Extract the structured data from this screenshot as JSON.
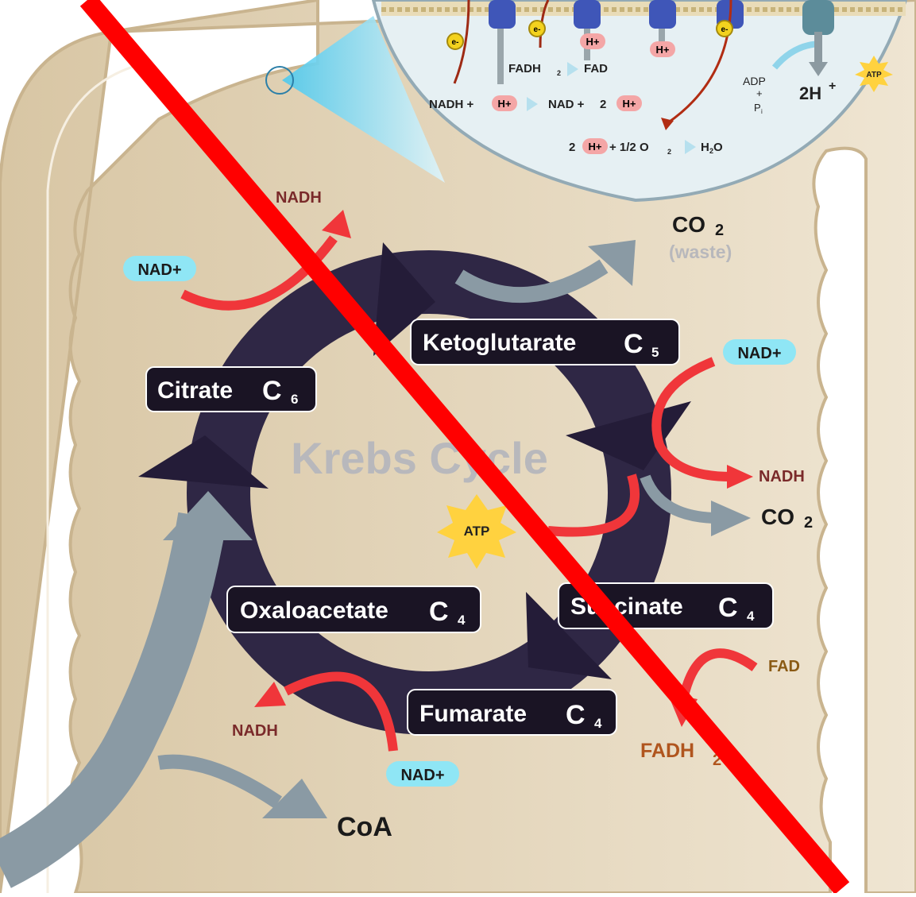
{
  "cycle": {
    "title": "Krebs Cycle",
    "ring_color": "#2f2745",
    "label_box_color": "#1a1424",
    "steps": [
      {
        "name": "Citrate",
        "carbon": "C",
        "sub": "6"
      },
      {
        "name": "Ketoglutarate",
        "carbon": "C",
        "sub": "5"
      },
      {
        "name": "Succinate",
        "carbon": "C",
        "sub": "4"
      },
      {
        "name": "Fumarate",
        "carbon": "C",
        "sub": "4"
      },
      {
        "name": "Oxaloacetate",
        "carbon": "C",
        "sub": "4"
      }
    ]
  },
  "molecules": {
    "nad_plus": "NAD+",
    "nadh": "NADH",
    "co2": "CO",
    "co2_sub": "2",
    "waste": "(waste)",
    "atp": "ATP",
    "fad": "FAD",
    "fadh": "FADH",
    "fadh_sub": "2",
    "coa": "CoA"
  },
  "inset": {
    "eminus": "e-",
    "hplus": "H+",
    "fadh_to_fad": {
      "left": "FADH",
      "left_sub": "2",
      "right": "FAD"
    },
    "nadh_eq": {
      "a": "NADH +",
      "b": "NAD +",
      "c": "2"
    },
    "water_eq": {
      "a": "2",
      "b": "+ 1/2 O",
      "b_sub": "2",
      "c": "H",
      "c_sub": "2",
      "d": "O"
    },
    "adp": "ADP",
    "plus": "+",
    "pi": "P",
    "pi_sub": "i",
    "two_h": "2H",
    "two_h_sup": "+",
    "atp": "ATP"
  },
  "colors": {
    "cell_wall": "#e3d5bd",
    "cell_wall_edge": "#c9b48f",
    "red_arrow": "#f0363a",
    "grey_arrow": "#8a9aa4",
    "nad_pill": "#8fe6f5",
    "atp_star": "#ffd23f",
    "fad_text": "#8a5a14",
    "nadh_text": "#7a2a2a",
    "strike": "#ff0000"
  }
}
